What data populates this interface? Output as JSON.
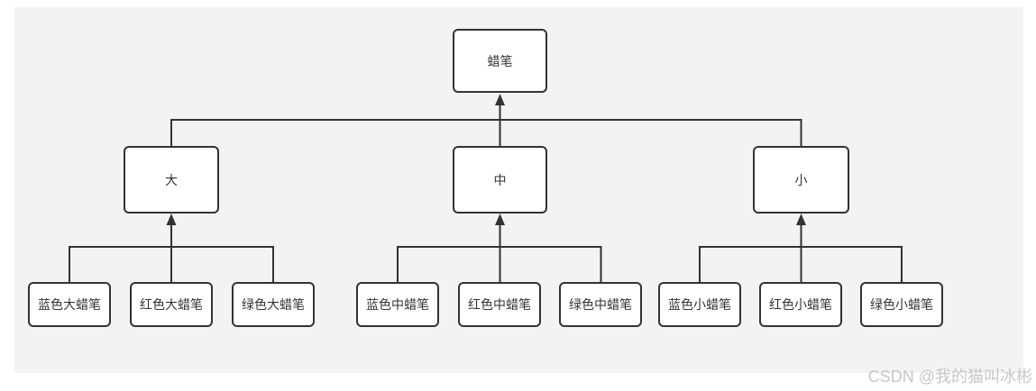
{
  "diagram": {
    "root": {
      "label": "蜡笔"
    },
    "level2": [
      {
        "label": "大"
      },
      {
        "label": "中"
      },
      {
        "label": "小"
      }
    ],
    "level3": [
      {
        "label": "蓝色大蜡笔"
      },
      {
        "label": "红色大蜡笔"
      },
      {
        "label": "绿色大蜡笔"
      },
      {
        "label": "蓝色中蜡笔"
      },
      {
        "label": "红色中蜡笔"
      },
      {
        "label": "绿色中蜡笔"
      },
      {
        "label": "蓝色小蜡笔"
      },
      {
        "label": "红色小蜡笔"
      },
      {
        "label": "绿色小蜡笔"
      }
    ]
  },
  "watermark": {
    "text": "CSDN @我的猫叫冰彬"
  },
  "colors": {
    "page": "#ffffff",
    "canvas": "#f3f3f3",
    "line": "#333333",
    "nodefill": "#ffffff",
    "text": "#333333",
    "watermark": "#c8c8c8"
  }
}
